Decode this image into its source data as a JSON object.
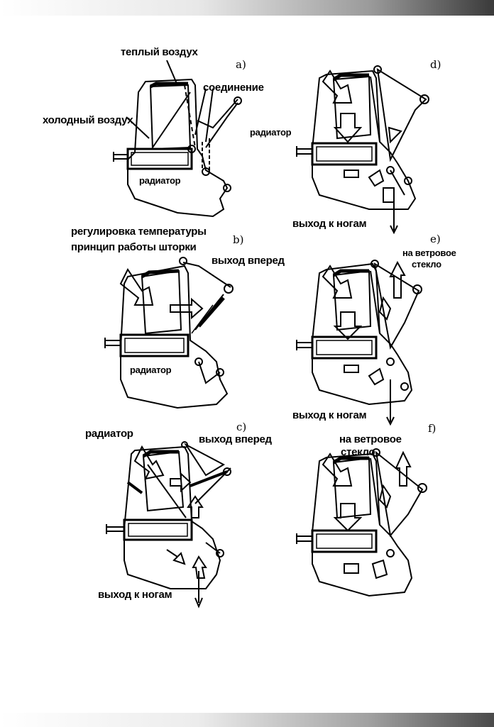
{
  "panels": {
    "a": {
      "letter": "a)",
      "labels": {
        "warm_air": "теплый воздух",
        "connection": "соединение",
        "cold_air": "холодный воздух",
        "radiator": "радиатор"
      }
    },
    "b": {
      "letter": "b)",
      "labels": {
        "temp_control": "регулировка температуры",
        "flap_principle": "принцип работы шторки",
        "front_outlet": "выход вперед",
        "radiator": "радиатор"
      }
    },
    "c": {
      "letter": "c)",
      "labels": {
        "radiator": "радиатор",
        "front_outlet": "выход вперед",
        "feet_outlet": "выход к ногам"
      }
    },
    "d": {
      "letter": "d)",
      "labels": {
        "radiator": "радиатор",
        "feet_outlet": "выход к ногам"
      }
    },
    "e": {
      "letter": "e)",
      "labels": {
        "windshield_line1": "на ветровое",
        "windshield_line2": "стекло",
        "feet_outlet": "выход к ногам"
      }
    },
    "f": {
      "letter": "f)",
      "labels": {
        "windshield_line1": "на ветровое",
        "windshield_line2": "стекло"
      }
    }
  }
}
